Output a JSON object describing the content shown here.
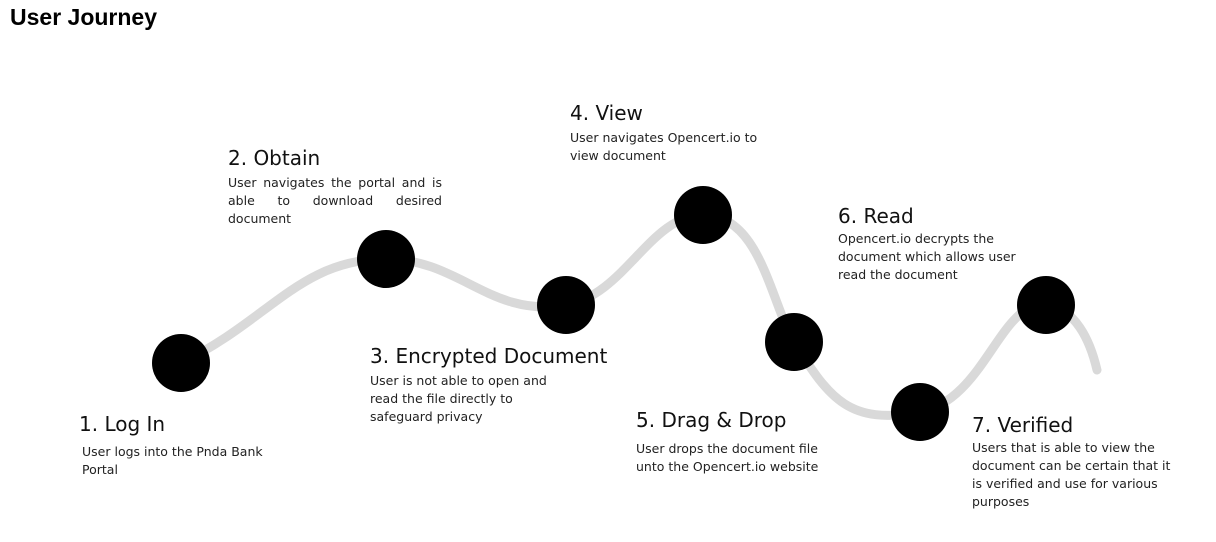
{
  "title": "User Journey",
  "steps": [
    {
      "heading": "1. Log In",
      "description": "User logs into the Pnda Bank Portal"
    },
    {
      "heading": "2. Obtain",
      "description": "User navigates the portal and is able to download desired document"
    },
    {
      "heading": "3. Encrypted Document",
      "description": "User is not able to open and read the file directly to safeguard privacy"
    },
    {
      "heading": "4. View",
      "description": "User navigates Opencert.io to view document"
    },
    {
      "heading": "5. Drag & Drop",
      "description": "User drops the document file unto the Opencert.io website"
    },
    {
      "heading": "6. Read",
      "description": "Opencert.io decrypts the document which allows user read the document"
    },
    {
      "heading": "7. Verified",
      "description": "Users that is able to view the document can be certain that it is verified and use for various purposes"
    }
  ],
  "colors": {
    "path": "#d9d9d9",
    "node": "#000000"
  }
}
